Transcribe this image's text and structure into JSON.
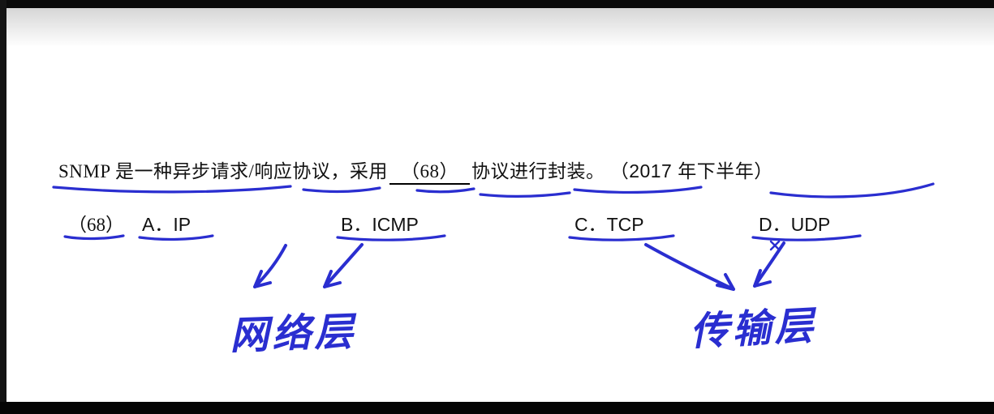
{
  "question": {
    "before_blank": "SNMP 是一种异步请求/响应协议，采用",
    "blank_label": "（68）",
    "after_blank": "协议进行封装。",
    "source": "（2017 年下半年）"
  },
  "options": {
    "number": "（68）",
    "items": [
      {
        "label": "A．IP"
      },
      {
        "label": "B．ICMP"
      },
      {
        "label": "C．TCP"
      },
      {
        "label": "D．UDP"
      }
    ]
  },
  "annotations": {
    "left_label": "网络层",
    "right_label": "传输层",
    "ink_color": "#2a2ed0",
    "text_color": "#111111"
  }
}
